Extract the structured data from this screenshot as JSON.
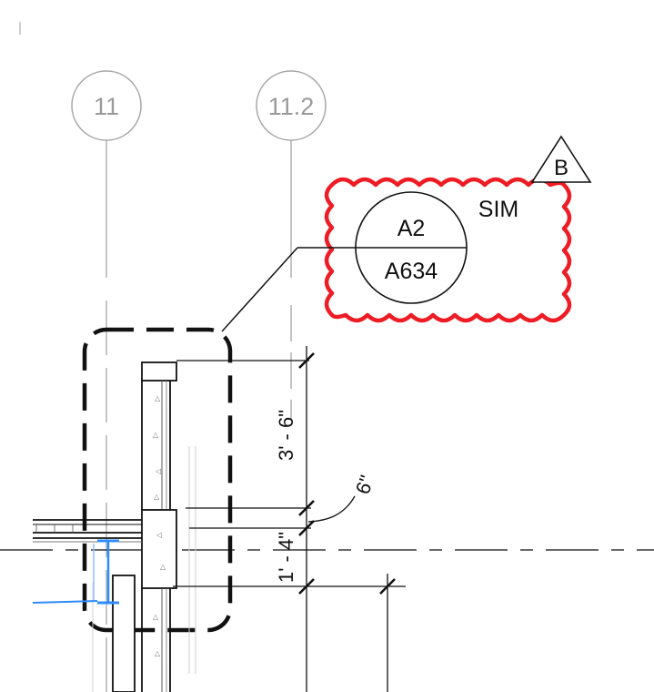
{
  "drawing": {
    "grid_lines": [
      {
        "label": "11"
      },
      {
        "label": "11.2"
      }
    ],
    "section_callout": {
      "detail_number": "A2",
      "sheet_number": "A634",
      "note": "SIM"
    },
    "revision_tag": {
      "label": "B"
    },
    "dimensions": {
      "upper": "3' - 6\"",
      "lower": "1' - 4\"",
      "leader": "6\""
    },
    "colors": {
      "revision_cloud": "#ee1c24",
      "grid_line": "#a6a6a6",
      "steel_highlight": "#2f8cff",
      "linework": "#111111"
    }
  }
}
